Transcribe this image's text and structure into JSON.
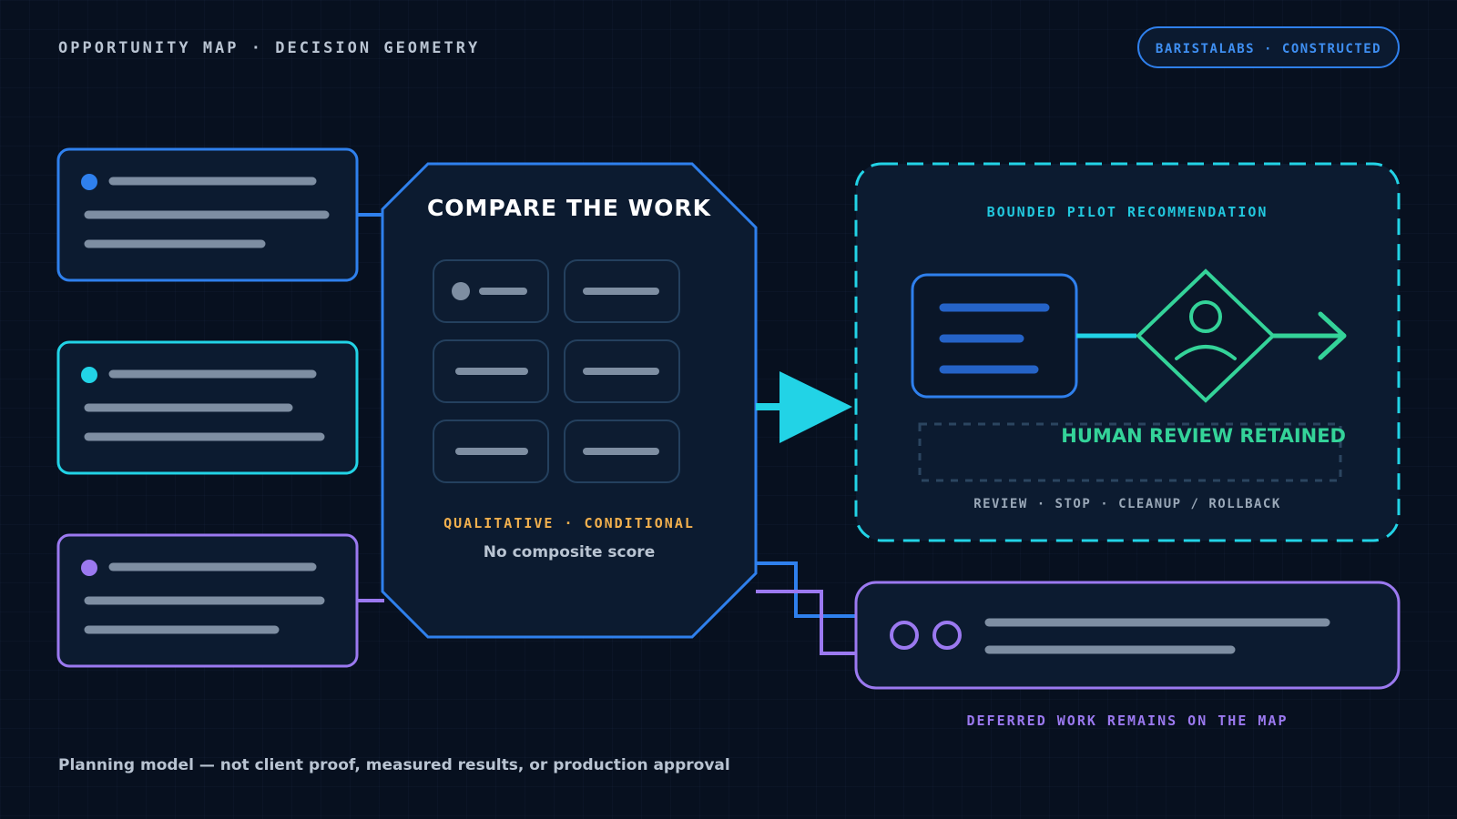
{
  "header": {
    "title": "OPPORTUNITY MAP · DECISION GEOMETRY",
    "badge": "BARISTALABS · CONSTRUCTED"
  },
  "center_panel": {
    "title": "COMPARE THE WORK",
    "tag": "QUALITATIVE · CONDITIONAL",
    "note": "No composite score"
  },
  "pilot_panel": {
    "title": "BOUNDED PILOT RECOMMENDATION",
    "review_label": "HUMAN REVIEW RETAINED",
    "controls": "REVIEW · STOP · CLEANUP / ROLLBACK"
  },
  "deferred_panel": {
    "caption": "DEFERRED WORK REMAINS ON THE MAP"
  },
  "footer": {
    "disclaimer": "Planning model — not client proof, measured results, or production approval"
  },
  "colors": {
    "background": "#07101f",
    "panel": "#0c1b30",
    "blue": "#2f80ed",
    "cyan": "#22d3e6",
    "purple": "#9b79f0",
    "green": "#34d399",
    "amber": "#f2b04e",
    "placeholder_line": "#7e8ea2"
  },
  "icons": {
    "flow_arrow": "triangle-arrow-icon",
    "human_review": "person-diamond-icon",
    "exit_arrow": "arrow-right-icon",
    "deferred_markers": "ring-icon"
  }
}
